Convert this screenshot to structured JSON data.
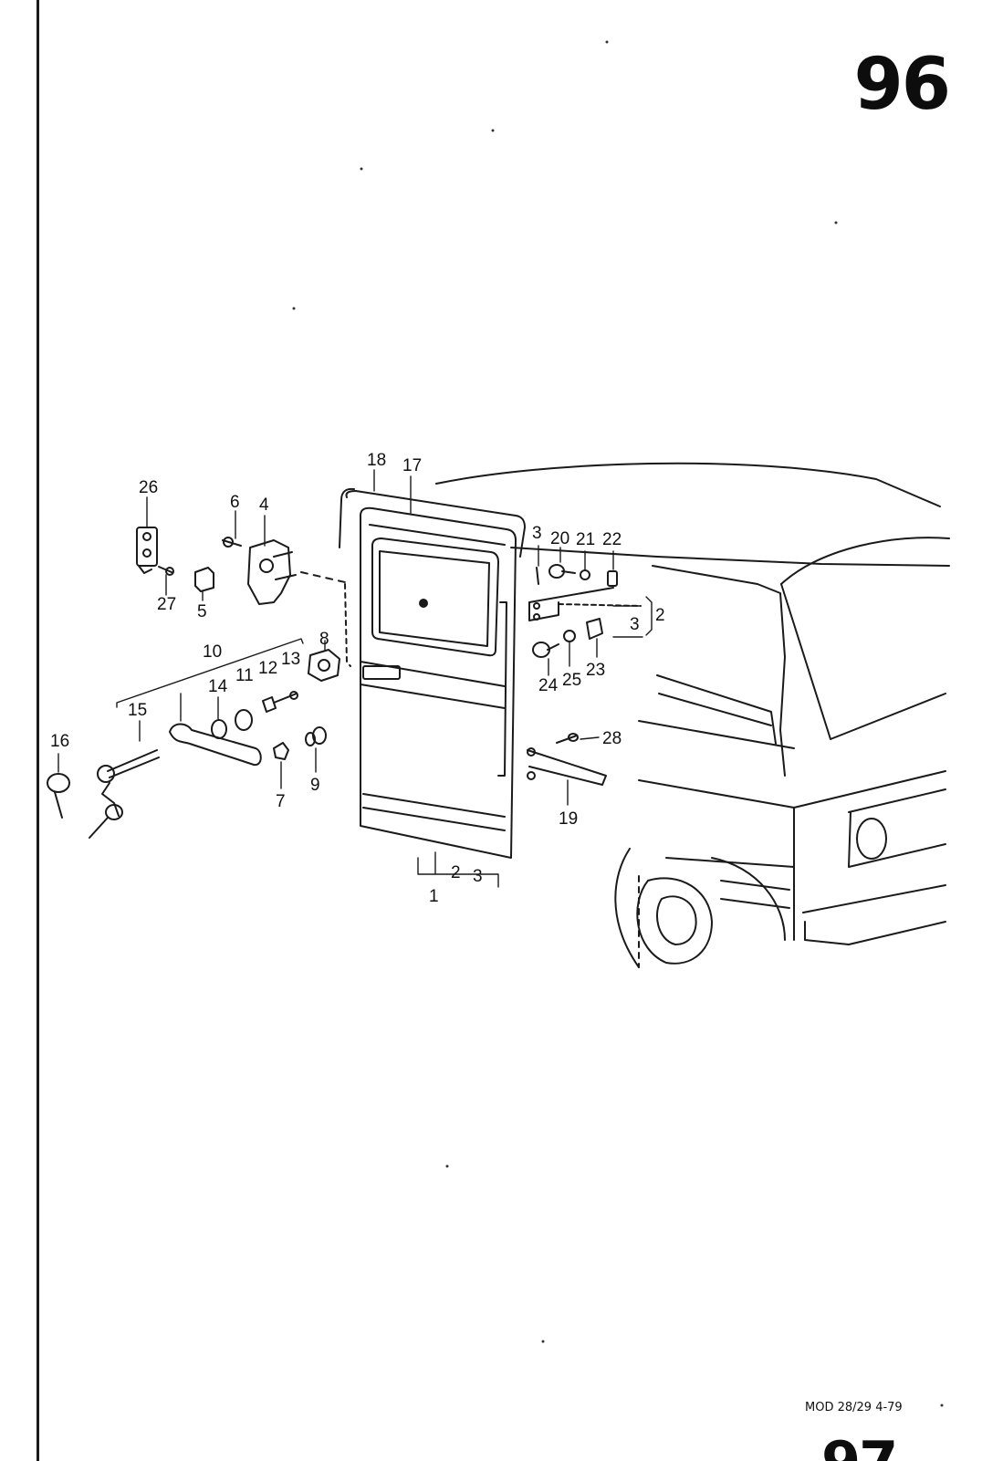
{
  "page": {
    "number": "96",
    "footer_code": "MOD 28/29  4-79",
    "next_page_partial": "97"
  },
  "callouts": [
    {
      "id": "c1",
      "text": "1"
    },
    {
      "id": "c2a",
      "text": "2"
    },
    {
      "id": "c3a",
      "text": "3"
    },
    {
      "id": "c2b",
      "text": "2"
    },
    {
      "id": "c3b",
      "text": "3"
    },
    {
      "id": "c3c",
      "text": "3"
    },
    {
      "id": "c4",
      "text": "4"
    },
    {
      "id": "c5",
      "text": "5"
    },
    {
      "id": "c6",
      "text": "6"
    },
    {
      "id": "c7",
      "text": "7"
    },
    {
      "id": "c8",
      "text": "8"
    },
    {
      "id": "c9",
      "text": "9"
    },
    {
      "id": "c10",
      "text": "10"
    },
    {
      "id": "c11",
      "text": "11"
    },
    {
      "id": "c12",
      "text": "12"
    },
    {
      "id": "c13",
      "text": "13"
    },
    {
      "id": "c14",
      "text": "14"
    },
    {
      "id": "c15",
      "text": "15"
    },
    {
      "id": "c16",
      "text": "16"
    },
    {
      "id": "c17",
      "text": "17"
    },
    {
      "id": "c18",
      "text": "18"
    },
    {
      "id": "c19",
      "text": "19"
    },
    {
      "id": "c20",
      "text": "20"
    },
    {
      "id": "c21",
      "text": "21"
    },
    {
      "id": "c22",
      "text": "22"
    },
    {
      "id": "c23",
      "text": "23"
    },
    {
      "id": "c24",
      "text": "24"
    },
    {
      "id": "c25",
      "text": "25"
    },
    {
      "id": "c26",
      "text": "26"
    },
    {
      "id": "c27",
      "text": "27"
    },
    {
      "id": "c28",
      "text": "28"
    }
  ]
}
